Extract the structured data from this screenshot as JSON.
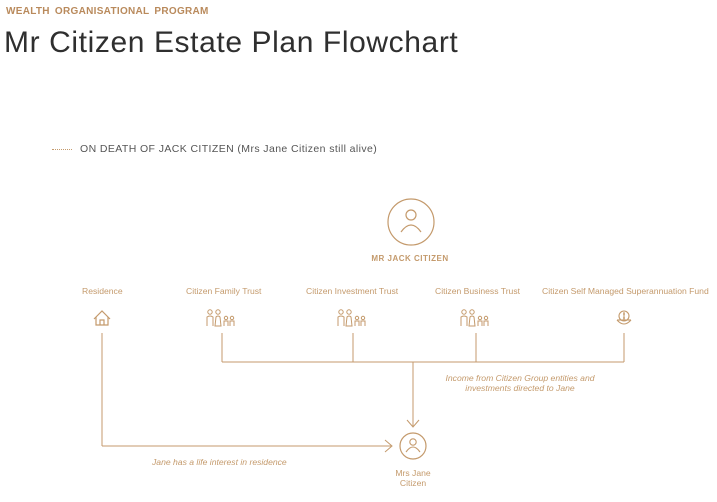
{
  "header": {
    "eyebrow": "WEALTH ORGANISATIONAL PROGRAM",
    "title": "Mr Citizen Estate Plan Flowchart"
  },
  "legend": {
    "text": "ON DEATH OF JACK CITIZEN (Mrs Jane Citizen still alive)"
  },
  "top_person": {
    "label": "MR JACK CITIZEN",
    "icon": "person-circle-icon"
  },
  "entities": [
    {
      "label": "Residence",
      "icon": "house-icon"
    },
    {
      "label": "Citizen Family Trust",
      "icon": "family-group-icon"
    },
    {
      "label": "Citizen Investment Trust",
      "icon": "family-group-icon"
    },
    {
      "label": "Citizen Business Trust",
      "icon": "family-group-icon"
    },
    {
      "label": "Citizen Self Managed Superannuation Fund",
      "icon": "nest-egg-icon"
    }
  ],
  "notes": {
    "income": [
      "Income from Citizen Group entities and",
      "investments directed to Jane"
    ],
    "residence": "Jane has a life interest in residence"
  },
  "recipient": {
    "label_line1": "Mrs Jane",
    "label_line2": "Citizen",
    "icon": "person-circle-icon"
  },
  "colors": {
    "accent": "#c49a6c",
    "eyebrow": "#b98a5c",
    "title": "#2f2f2f"
  }
}
